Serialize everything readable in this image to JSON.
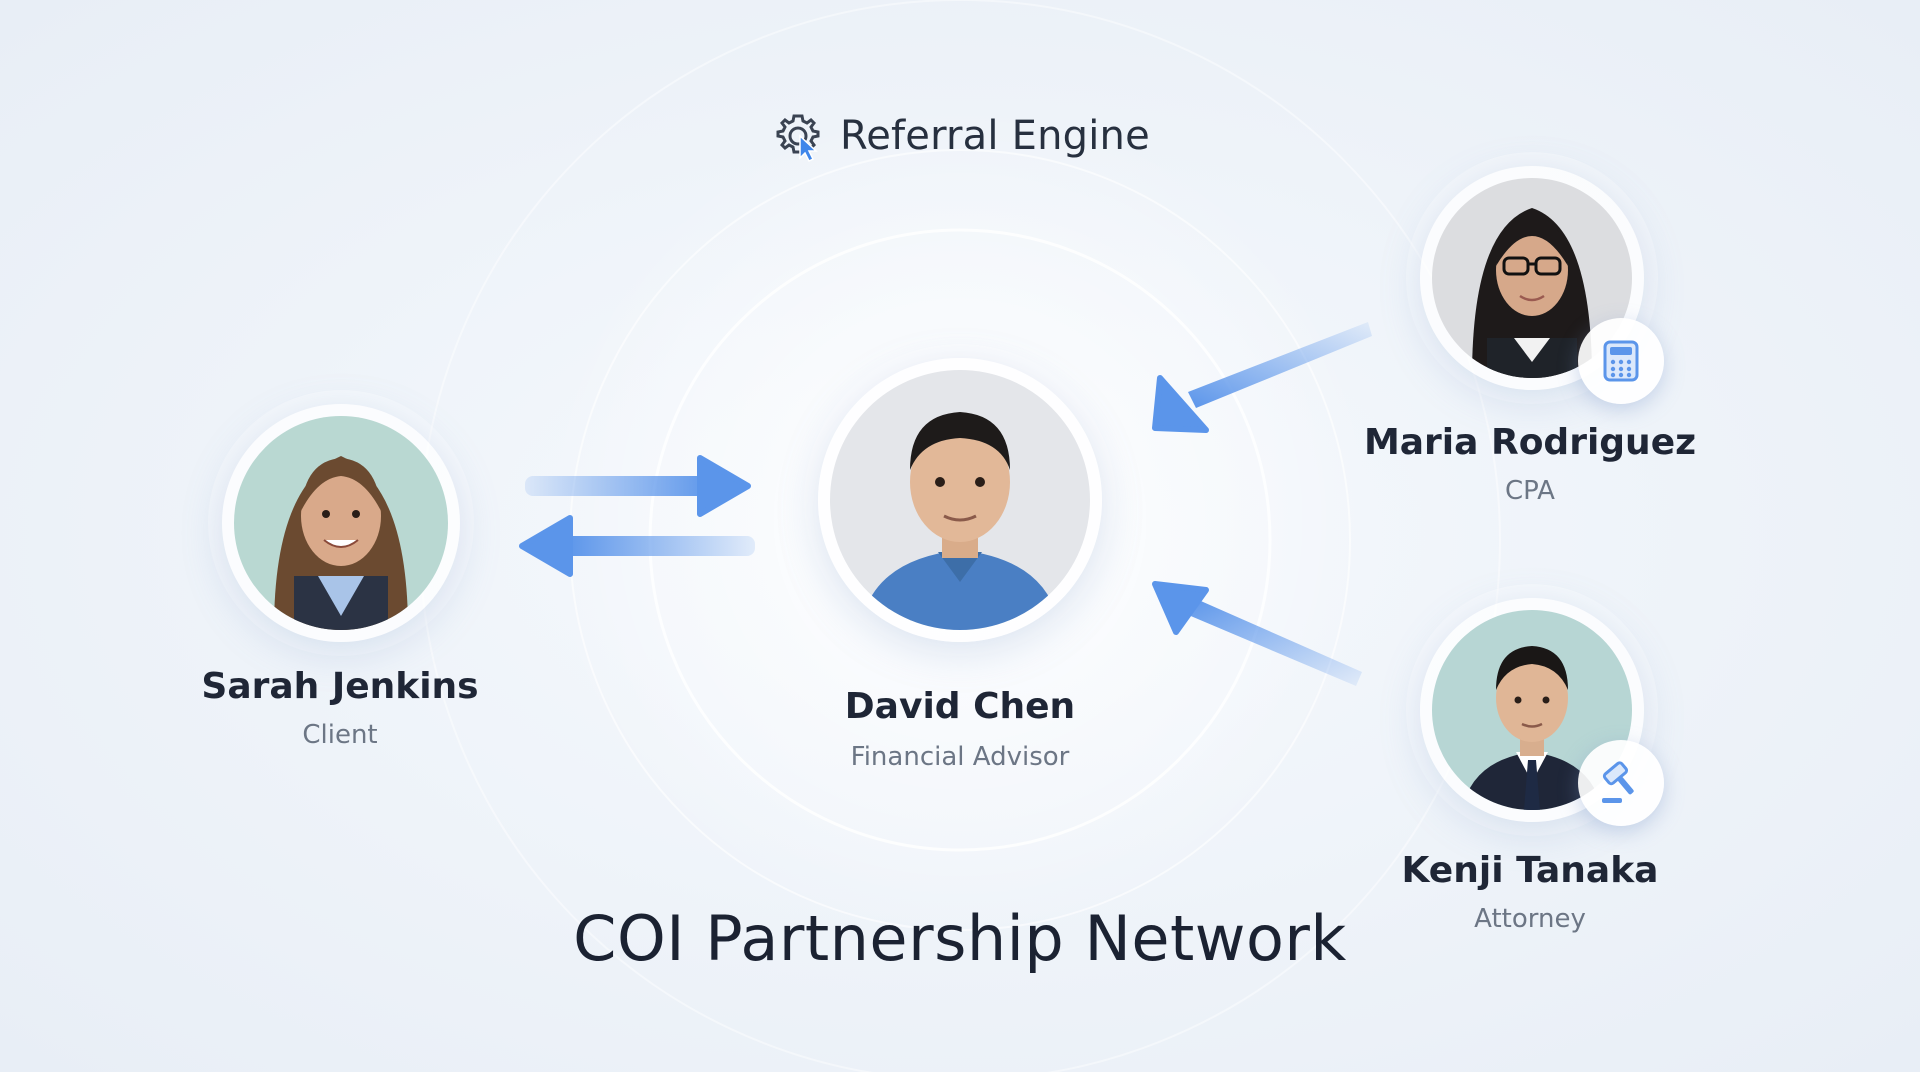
{
  "header": {
    "title": "Referral Engine",
    "icon": "gear-cursor-icon"
  },
  "footer": {
    "title": "COI Partnership Network"
  },
  "people": {
    "client": {
      "name": "Sarah Jenkins",
      "role": "Client"
    },
    "advisor": {
      "name": "David Chen",
      "role": "Financial Advisor"
    },
    "cpa": {
      "name": "Maria Rodriguez",
      "role": "CPA",
      "badge_icon": "calculator-icon"
    },
    "attorney": {
      "name": "Kenji Tanaka",
      "role": "Attorney",
      "badge_icon": "gavel-icon"
    }
  },
  "colors": {
    "accent": "#5b95ea",
    "text": "#1f2636",
    "muted": "#6c7685"
  }
}
